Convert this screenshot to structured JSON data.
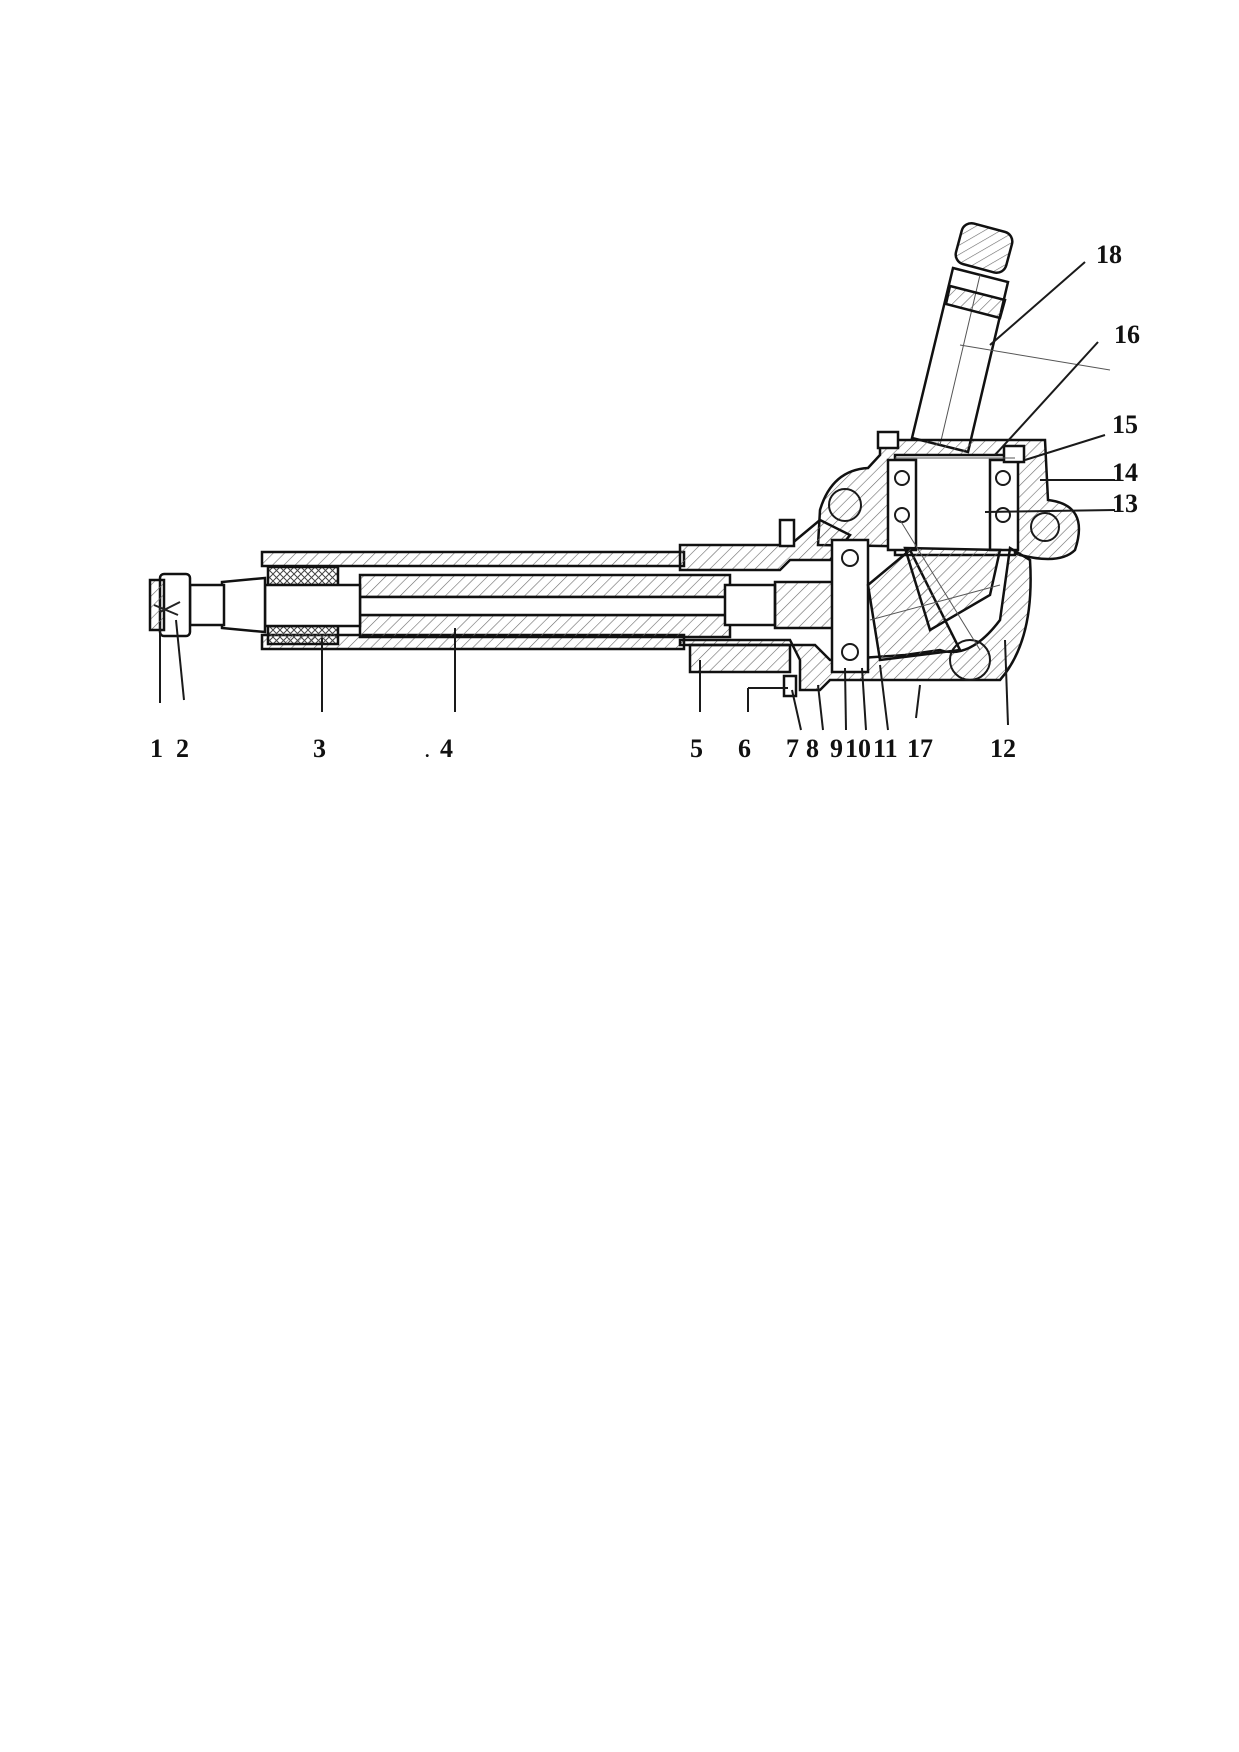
{
  "figure": {
    "kind": "cross-section technical drawing"
  },
  "callouts": [
    {
      "id": "1",
      "label": "1"
    },
    {
      "id": "2",
      "label": "2"
    },
    {
      "id": "3",
      "label": "3"
    },
    {
      "id": "4",
      "label": "4"
    },
    {
      "id": "5",
      "label": "5"
    },
    {
      "id": "6",
      "label": "6"
    },
    {
      "id": "7",
      "label": "7"
    },
    {
      "id": "8",
      "label": "8"
    },
    {
      "id": "9",
      "label": "9"
    },
    {
      "id": "10",
      "label": "10"
    },
    {
      "id": "11",
      "label": "11"
    },
    {
      "id": "12",
      "label": "12"
    },
    {
      "id": "13",
      "label": "13"
    },
    {
      "id": "14",
      "label": "14"
    },
    {
      "id": "15",
      "label": "15"
    },
    {
      "id": "16",
      "label": "16"
    },
    {
      "id": "17",
      "label": "17"
    },
    {
      "id": "18",
      "label": "18"
    }
  ],
  "stray_marks": {
    "dot_before_4": "."
  }
}
